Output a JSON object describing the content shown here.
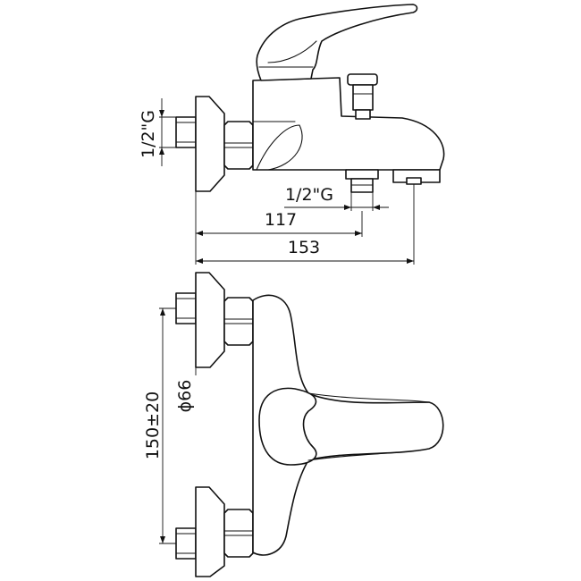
{
  "side_view": {
    "inlet_thread": "1/2\"G",
    "outlet_thread": "1/2\"G",
    "depth_to_outlet": "117",
    "overall_depth": "153"
  },
  "front_view": {
    "centre_distance": "150±20",
    "flange_diameter": "ϕ66"
  }
}
